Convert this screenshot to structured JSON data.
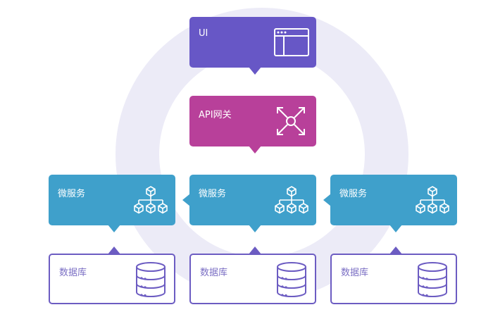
{
  "diagram": {
    "ui": {
      "label": "UI",
      "icon": "browser-window-icon"
    },
    "gateway": {
      "label": "API网关",
      "icon": "expand-arrows-icon"
    },
    "microservices": [
      {
        "label": "微服务",
        "icon": "cube-hierarchy-icon"
      },
      {
        "label": "微服务",
        "icon": "cube-hierarchy-icon"
      },
      {
        "label": "微服务",
        "icon": "cube-hierarchy-icon"
      }
    ],
    "databases": [
      {
        "label": "数据库",
        "icon": "database-icon"
      },
      {
        "label": "数据库",
        "icon": "database-icon"
      },
      {
        "label": "数据库",
        "icon": "database-icon"
      }
    ],
    "colors": {
      "ui": "#6757c6",
      "gateway": "#b8409a",
      "microservice": "#3fa0cb",
      "database_border": "#6c5cc2",
      "ring": "#ecebf7"
    }
  }
}
